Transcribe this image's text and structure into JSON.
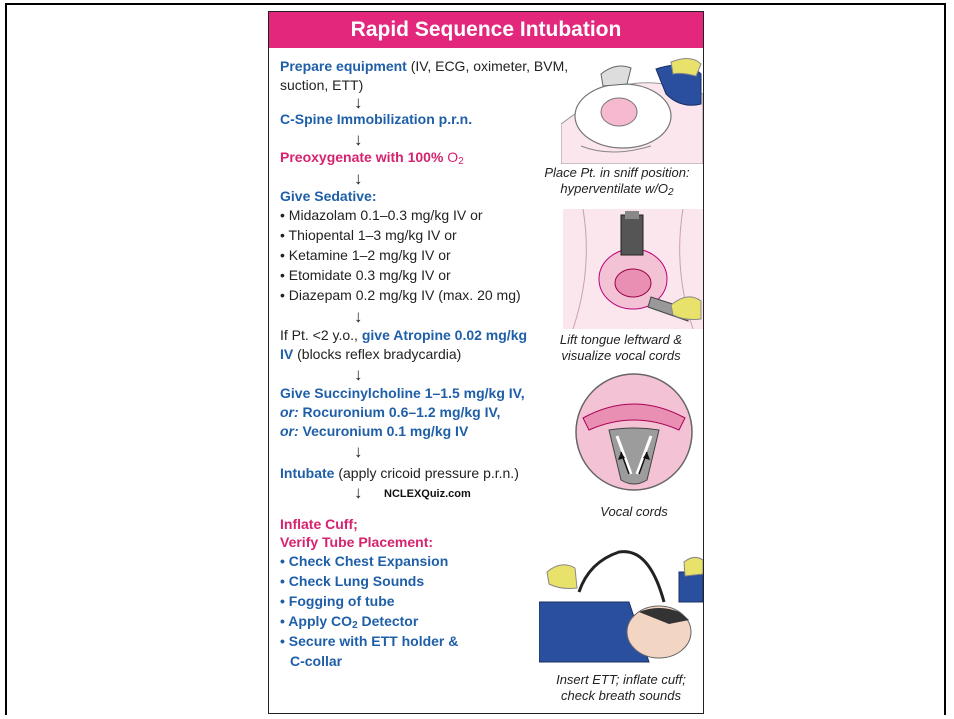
{
  "title": "Rapid Sequence Intubation",
  "step1": {
    "bold": "Prepare equipment",
    "rest": " (IV, ECG, oximeter, BVM, suction, ETT)"
  },
  "step2": "C-Spine Immobilization p.r.n.",
  "step3": {
    "text": "Preoxygenate with 100% ",
    "o": "O",
    "sub": "2"
  },
  "sedative": {
    "heading": "Give Sedative:",
    "items": [
      "Midazolam 0.1–0.3 mg/kg IV or",
      "Thiopental 1–3 mg/kg IV or",
      "Ketamine 1–2 mg/kg IV or",
      "Etomidate 0.3 mg/kg IV or",
      "Diazepam 0.2 mg/kg IV (max. 20 mg)"
    ]
  },
  "atropine": {
    "pre": "If Pt. <2 y.o., ",
    "bold1": "give Atropine 0.02 mg/kg",
    "bold2": "IV",
    "rest": " (blocks reflex bradycardia)"
  },
  "paralytic": {
    "line1": "Give Succinylcholine 1–1.5 mg/kg IV,",
    "or": "or:",
    "line2": " Rocuronium 0.6–1.2 mg/kg IV,",
    "line3": " Vecuronium 0.1 mg/kg IV"
  },
  "intubate": {
    "bold": "Intubate",
    "rest": " (apply cricoid pressure p.r.n.)"
  },
  "watermark": "NCLEXQuiz.com",
  "inflate": {
    "line1": "Inflate Cuff;",
    "line2": "Verify Tube Placement:"
  },
  "verify": {
    "item1": "Check Chest Expansion",
    "item2": "Check Lung Sounds",
    "item3": "Fogging of tube",
    "item4_pre": "Apply CO",
    "item4_sub": "2",
    "item4_post": " Detector",
    "item5a": "Secure with ETT holder &",
    "item5b": "C-collar"
  },
  "arrow": "↓",
  "captions": {
    "c1a": "Place Pt. in sniff position:",
    "c1b": "hyperventilate w/O",
    "c1sub": "2",
    "c2a": "Lift tongue leftward &",
    "c2b": "visualize vocal cords",
    "c3": "Vocal cords",
    "c4a": "Insert ETT; inflate cuff;",
    "c4b": "check breath sounds"
  },
  "colors": {
    "title_bg": "#e2277d",
    "blue": "#1f5fa8",
    "pink": "#d6226f"
  }
}
